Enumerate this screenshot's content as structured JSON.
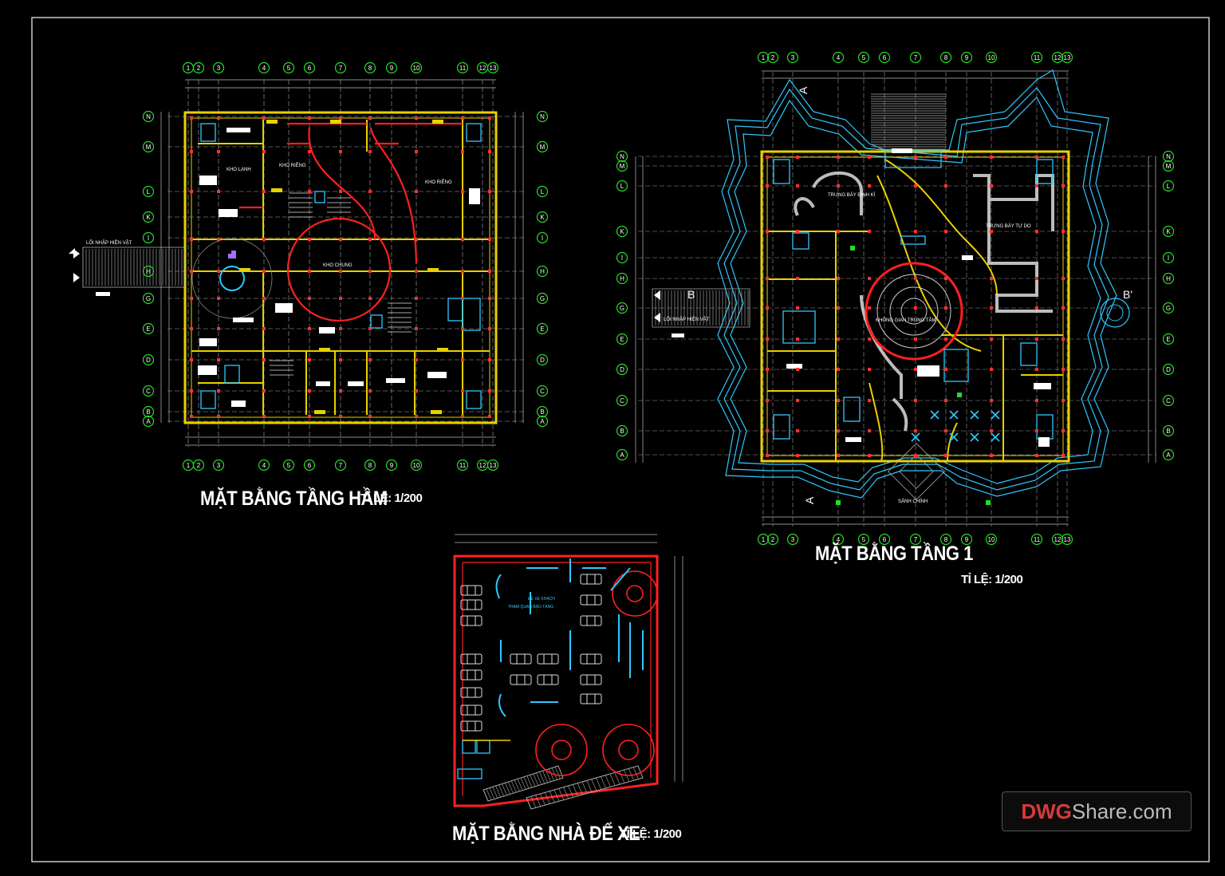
{
  "plans": {
    "basement": {
      "title": "MẶT BẰNG TẦNG HẦM",
      "scale": "TỈ LỆ: 1/200",
      "rooms": [
        "KHO LẠNH",
        "KHO RIÊNG",
        "KHO RIÊNG",
        "KHO CHUNG"
      ],
      "entrance": "LỐI NHẬP HIỆN VẬT"
    },
    "floor1": {
      "title": "MẶT BẰNG TẦNG 1",
      "scale": "TỈ LỆ: 1/200",
      "rooms": [
        "TRƯNG BÀY ĐỊNH KÌ",
        "TRƯNG BÀY TỰ DO",
        "KHÔNG GIAN TRUNG TÂM",
        "SẢNH CHÍNH"
      ],
      "entrance": "LỐI NHẬP HIỆN VẬT",
      "section_marks": [
        "A",
        "A",
        "B",
        "B'"
      ]
    },
    "parking": {
      "title": "MẶT BẰNG NHÀ ĐỂ XE",
      "scale": "TỈ LỆ: 1/200",
      "note_line1": "ĐỂ XE KHÁCH",
      "note_line2": "THAM QUAN BẢO TÀNG"
    }
  },
  "grid_labels": {
    "basement_top": [
      "1",
      "2",
      "3",
      "4",
      "5",
      "6",
      "7",
      "8",
      "9",
      "10",
      "11",
      "12",
      "13"
    ],
    "basement_side": [
      "N",
      "M",
      "L",
      "K",
      "I",
      "H",
      "G",
      "E",
      "D",
      "C",
      "B",
      "A"
    ],
    "floor1_top": [
      "1",
      "2",
      "3",
      "4",
      "5",
      "6",
      "7",
      "8",
      "9",
      "10",
      "11",
      "12",
      "13"
    ],
    "floor1_side": [
      "N",
      "M",
      "L",
      "K",
      "I",
      "H",
      "G",
      "E",
      "D",
      "C",
      "B",
      "A"
    ]
  },
  "watermark": {
    "brand": "DWG",
    "rest": "Share.com"
  },
  "colors": {
    "wall": "#e8d000",
    "red": "#ff2020",
    "cyan": "#2ec8ff",
    "white": "#ffffff",
    "green": "#22dd22",
    "grid": "#c8c8c8"
  }
}
